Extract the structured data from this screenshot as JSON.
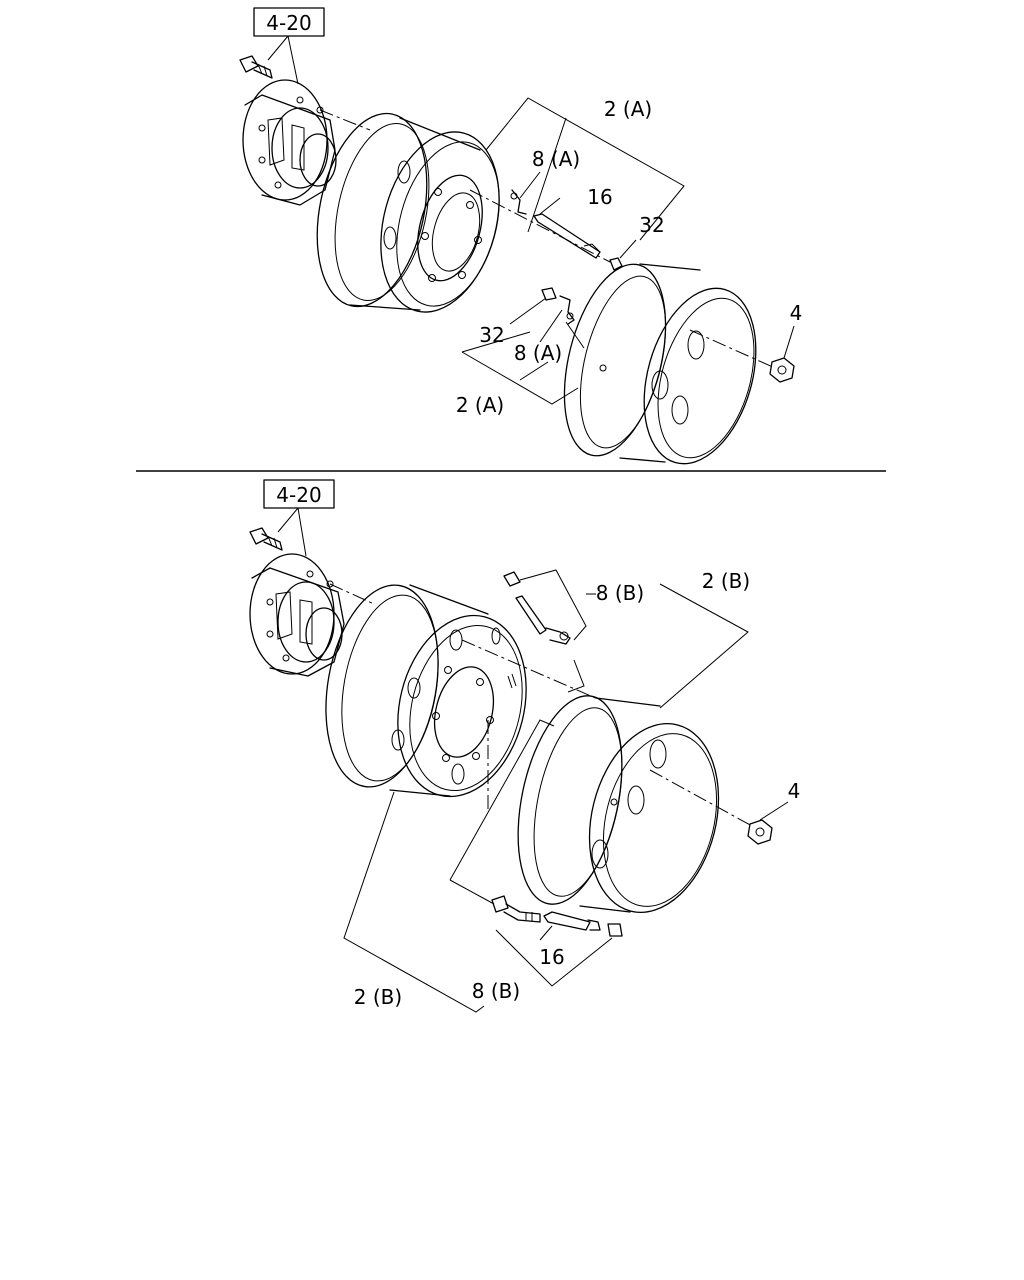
{
  "top_section": {
    "ref_box": "4-20",
    "callouts": {
      "rim_assembly_right": "2 (A)",
      "valve_stem_right": "8 (A)",
      "extension_hose": "16",
      "valve_cap_right": "32",
      "wheel_nut": "4",
      "valve_cap_left": "32",
      "valve_stem_left": "8 (A)",
      "rim_assembly_left": "2 (A)"
    }
  },
  "bottom_section": {
    "ref_box": "4-20",
    "callouts": {
      "valve_stem_top": "8 (B)",
      "rim_assembly_top": "2 (B)",
      "wheel_nut": "4",
      "extension_hose": "16",
      "valve_stem_bottom": "8 (B)",
      "rim_assembly_bottom": "2 (B)"
    }
  }
}
